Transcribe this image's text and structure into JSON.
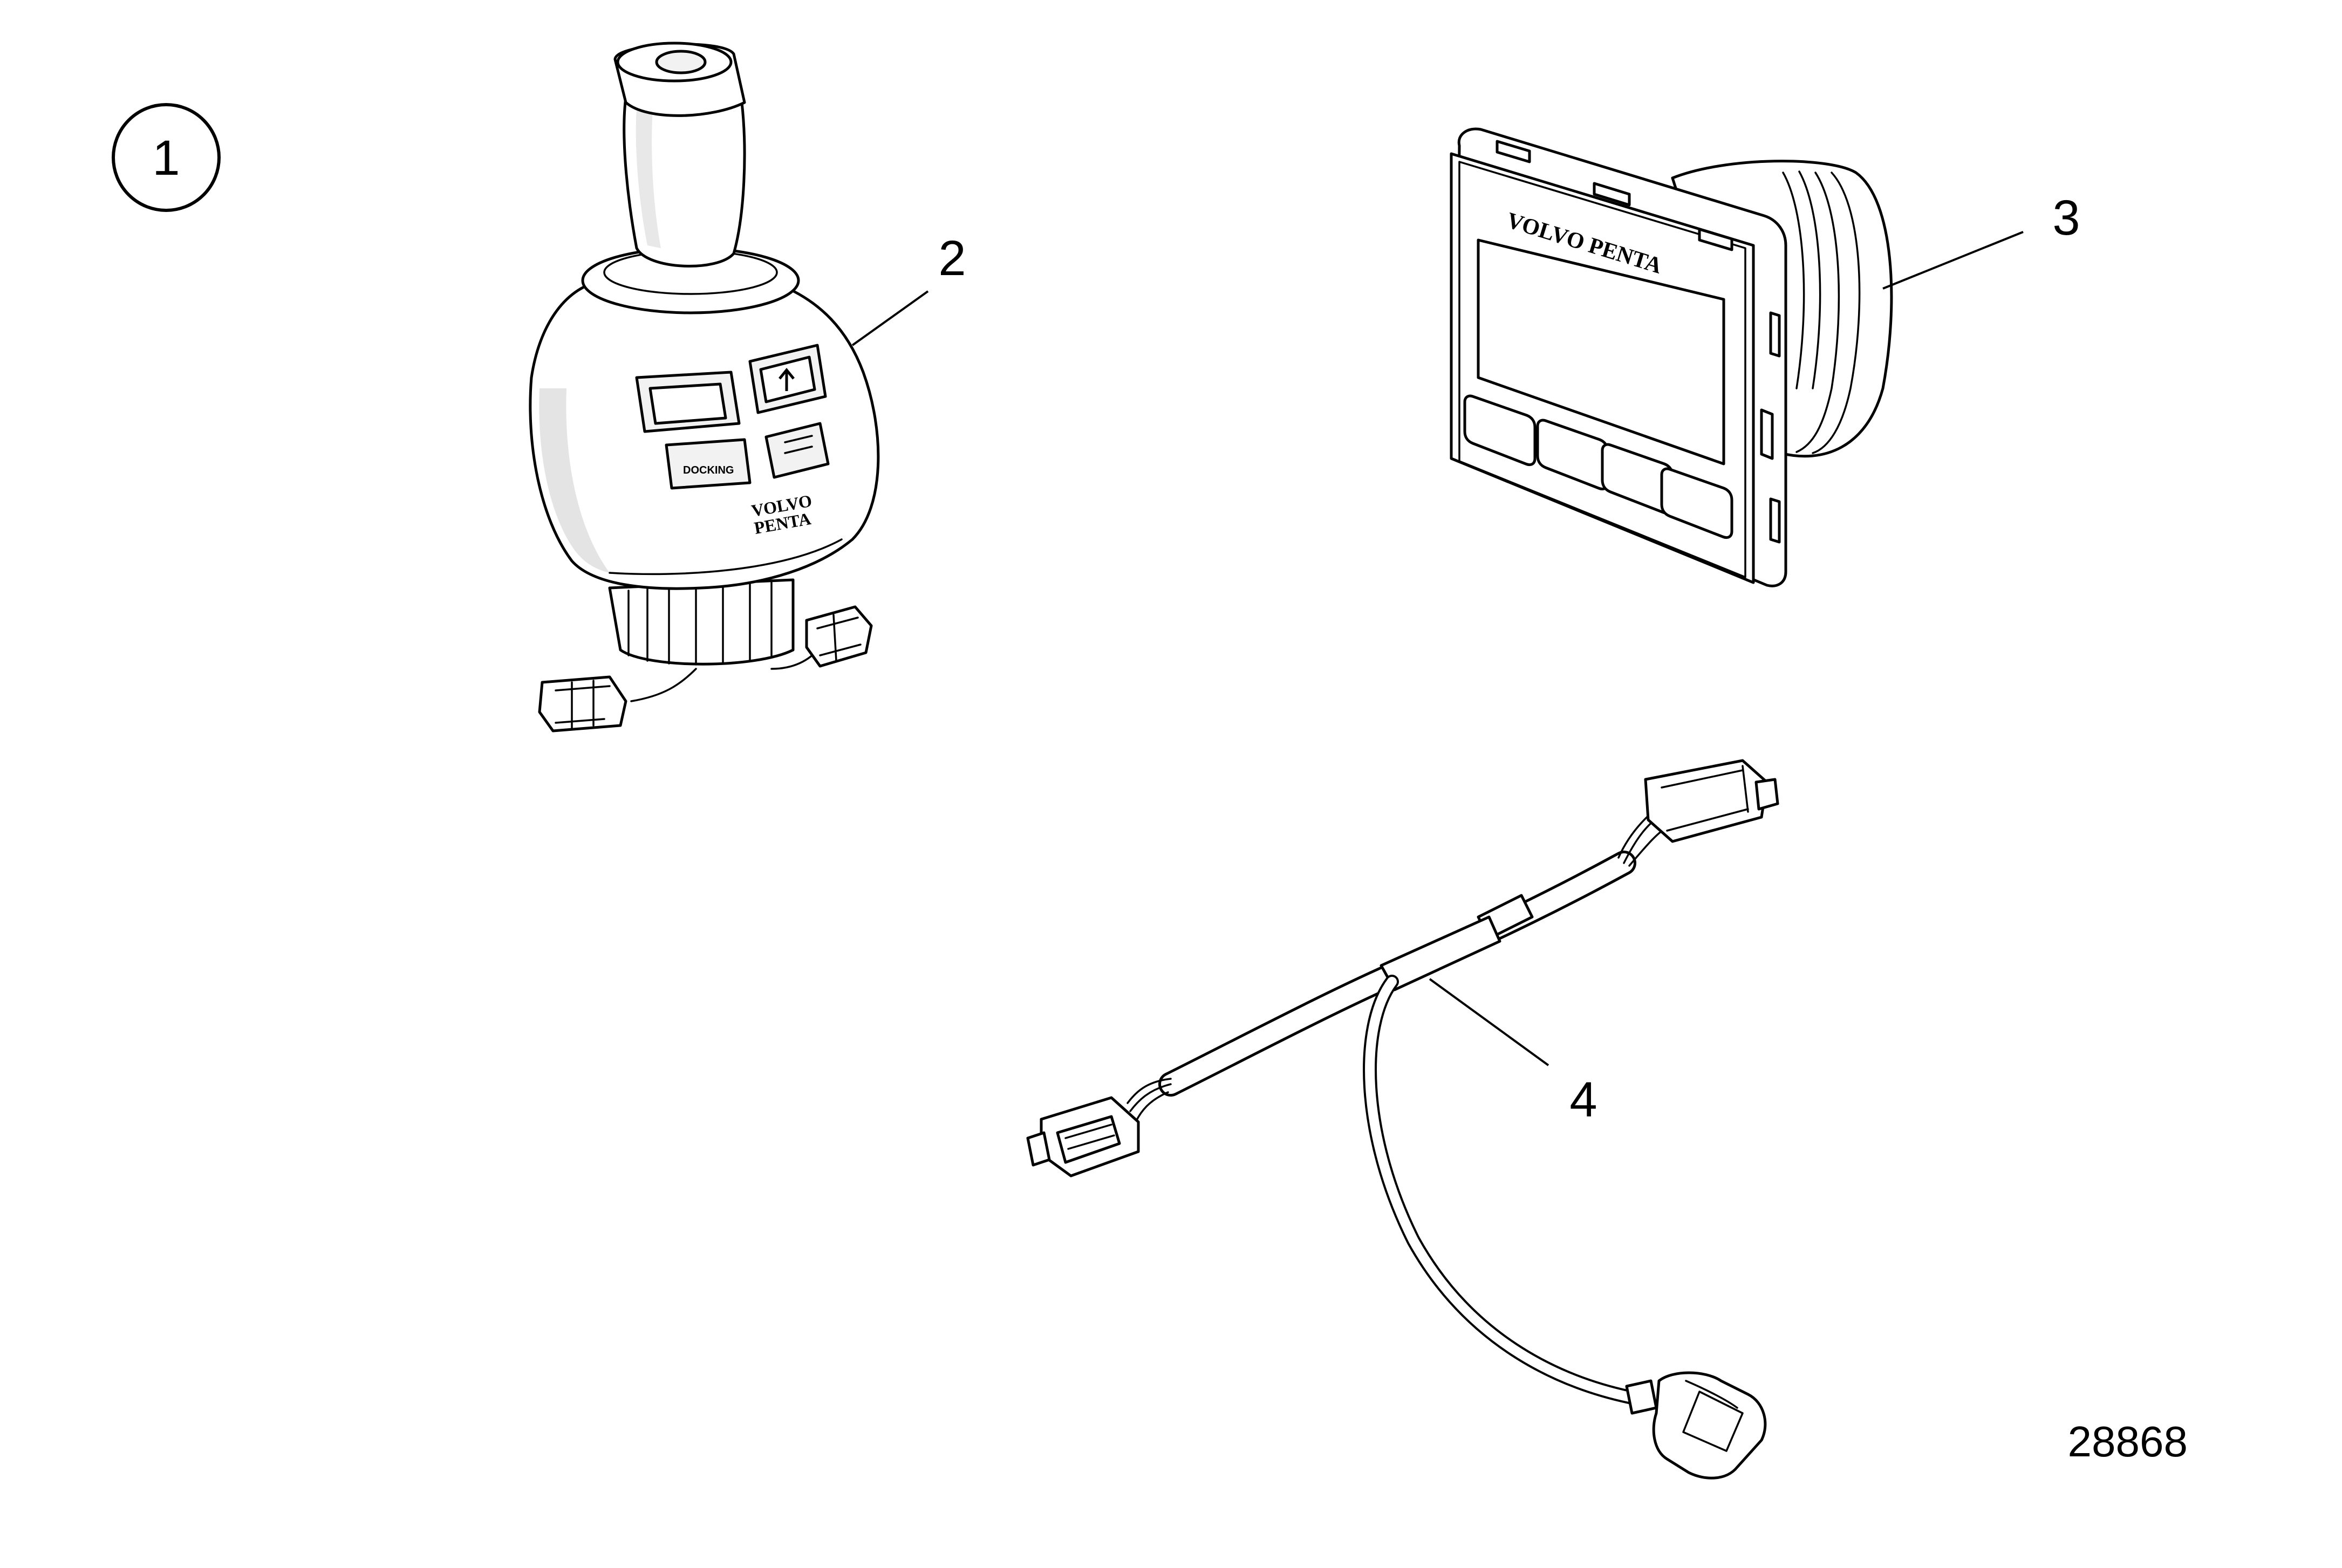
{
  "figure": {
    "group_number": "1",
    "reference_number": "28868",
    "colors": {
      "line": "#000000",
      "background": "#ffffff",
      "shade": "#d9d9d9"
    }
  },
  "callouts": [
    {
      "number": "2",
      "part": "joystick"
    },
    {
      "number": "3",
      "part": "display"
    },
    {
      "number": "4",
      "part": "cable-harness"
    }
  ],
  "joystick": {
    "brand_line1": "VOLVO",
    "brand_line2": "PENTA",
    "button_docking": "DOCKING"
  },
  "display": {
    "brand": "VOLVO PENTA"
  }
}
